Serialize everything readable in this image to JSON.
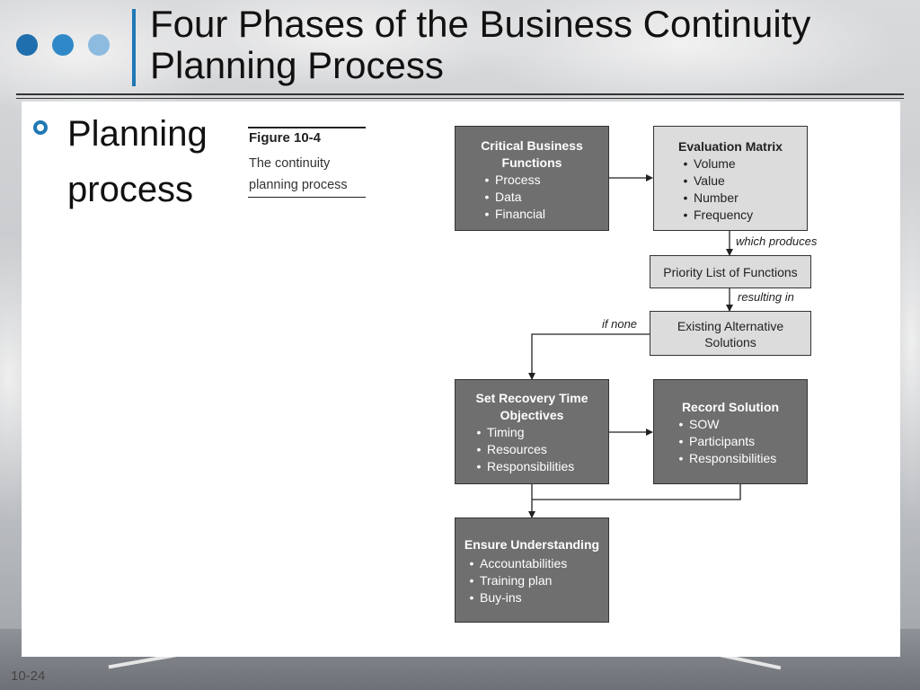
{
  "slide": {
    "title": "Four Phases of the Business Continuity Planning Process",
    "title_line1": "Four Phases of the Business Continuity",
    "title_line2": "Planning Process",
    "bullet_line1": "Planning",
    "bullet_line2": "process",
    "slide_number": "10-24",
    "dot_colors": [
      "#1f6fae",
      "#2f89c8",
      "#8dbbe0"
    ]
  },
  "figure": {
    "label": "Figure 10-4",
    "caption_line1": "The continuity",
    "caption_line2": "planning process"
  },
  "diagram": {
    "critical": {
      "title_line1": "Critical Business",
      "title_line2": "Functions",
      "items": [
        "Process",
        "Data",
        "Financial"
      ]
    },
    "evaluation": {
      "title": "Evaluation Matrix",
      "items": [
        "Volume",
        "Value",
        "Number",
        "Frequency"
      ]
    },
    "priority": {
      "title": "Priority List of Functions"
    },
    "existing": {
      "title_line1": "Existing Alternative",
      "title_line2": "Solutions"
    },
    "recovery": {
      "title_line1": "Set Recovery Time",
      "title_line2": "Objectives",
      "items": [
        "Timing",
        "Resources",
        "Responsibilities"
      ]
    },
    "record": {
      "title": "Record Solution",
      "items": [
        "SOW",
        "Participants",
        "Responsibilities"
      ]
    },
    "ensure": {
      "title": "Ensure Understanding",
      "items": [
        "Accountabilities",
        "Training plan",
        "Buy-ins"
      ]
    },
    "edge_labels": {
      "produces": "which produces",
      "resulting": "resulting in",
      "if_none": "if none"
    }
  }
}
